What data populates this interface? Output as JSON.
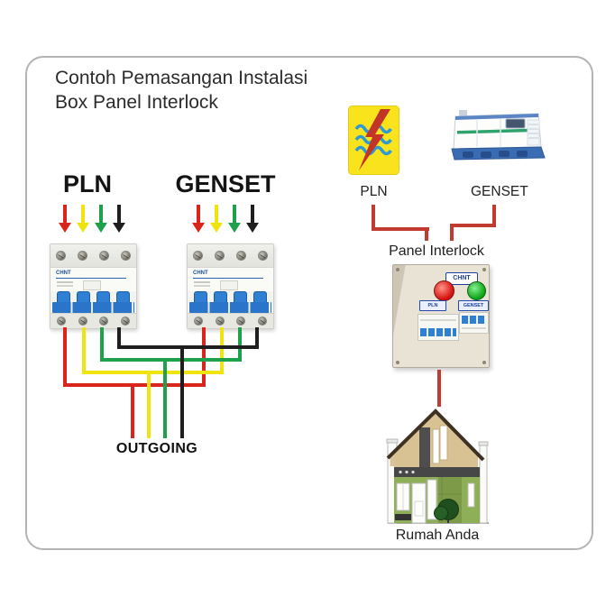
{
  "title": {
    "line1": "Contoh Pemasangan Instalasi",
    "line2": "Box Panel Interlock"
  },
  "left": {
    "pln_header": "PLN",
    "genset_header": "GENSET",
    "outgoing_label": "OUTGOING",
    "phase_wire_colors": [
      "#da251c",
      "#f0e40e",
      "#1da24b",
      "#1e1e1e"
    ]
  },
  "breakers": {
    "brand": "CHNT"
  },
  "right": {
    "pln_caption": "PLN",
    "genset_caption": "GENSET",
    "panel_caption": "Panel Interlock",
    "house_caption": "Rumah Anda",
    "panel": {
      "brand": "CHNT",
      "pln_plate": "PLN",
      "genset_plate": "GENSET",
      "indicator_red": "#d40f0f",
      "indicator_green": "#0ca414"
    },
    "connector_color": "#c23b30"
  },
  "colors": {
    "card_border": "#b3b3b3",
    "pln_logo_yellow": "#f9e31c",
    "pln_logo_bolt_red": "#c23527",
    "pln_logo_wave_blue": "#2f9ad2",
    "breaker_toggle_blue": "#2f7fd2"
  }
}
